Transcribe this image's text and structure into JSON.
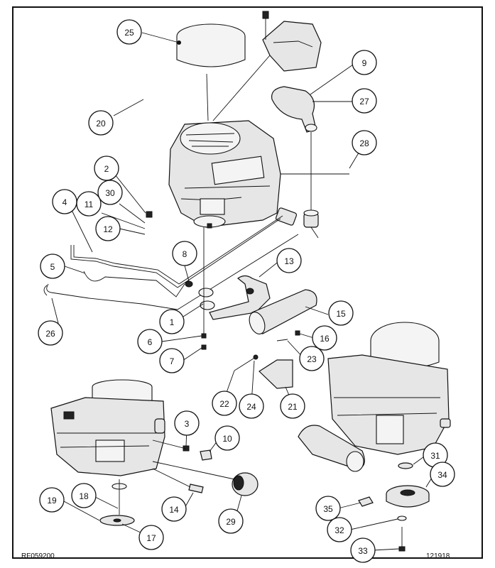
{
  "figure_id": "RF059200",
  "figure_date": "121918",
  "callout_labels": [
    "25",
    "9",
    "27",
    "20",
    "28",
    "2",
    "30",
    "11",
    "4",
    "12",
    "8",
    "13",
    "5",
    "15",
    "1",
    "16",
    "6",
    "26",
    "7",
    "23",
    "22",
    "24",
    "21",
    "3",
    "10",
    "31",
    "34",
    "18",
    "19",
    "14",
    "29",
    "35",
    "32",
    "17",
    "33"
  ],
  "icons": [
    "air-cleaner-cover",
    "engine",
    "muffler",
    "pto-clutch",
    "fuel-line",
    "oil-filter"
  ]
}
